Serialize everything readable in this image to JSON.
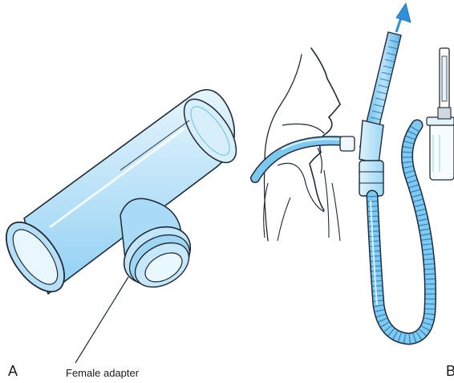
{
  "figure": {
    "panel_a_label": "A",
    "panel_b_label": "B",
    "callout_label": "Female adapter"
  },
  "colors": {
    "tube_fill": "#c8e8fa",
    "tube_shade": "#8fd0f3",
    "tube_dark": "#5fb4e6",
    "outline": "#1f2a36",
    "arrow": "#2f8fd8",
    "background": "#ffffff"
  },
  "icons": {
    "flow_arrow_top": "up-arrow",
    "flow_arrow_side": "left-arrow"
  }
}
